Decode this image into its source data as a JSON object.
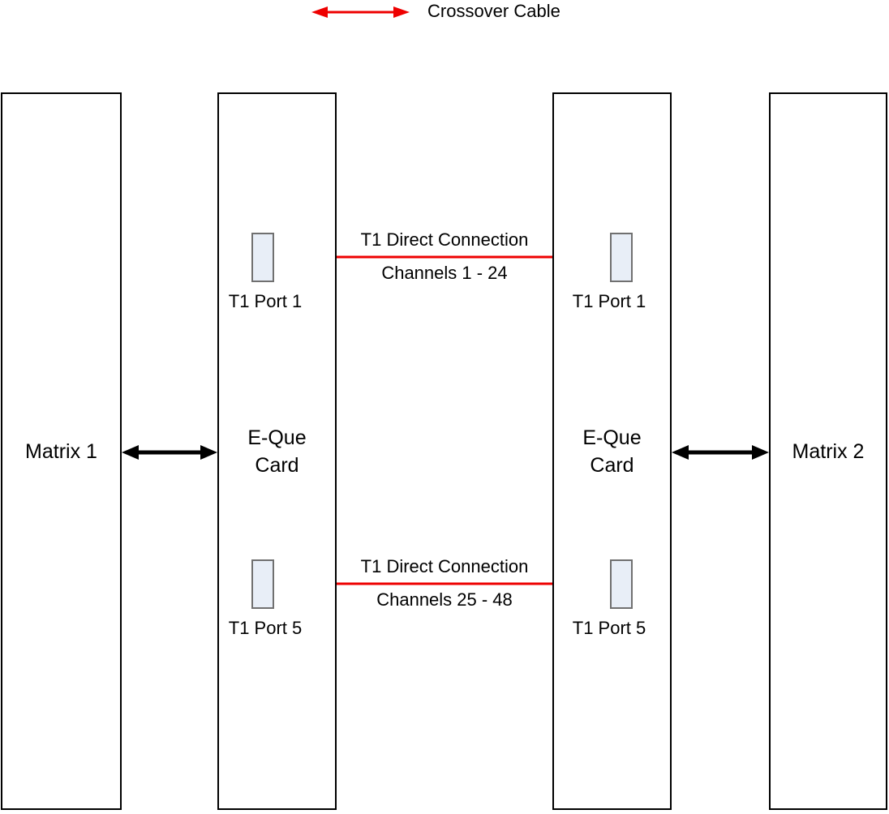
{
  "legend": {
    "label": "Crossover Cable"
  },
  "nodes": {
    "matrix1": {
      "label": "Matrix 1"
    },
    "eque_left": {
      "label": "E-Que\nCard"
    },
    "eque_right": {
      "label": "E-Que\nCard"
    },
    "matrix2": {
      "label": "Matrix 2"
    }
  },
  "ports": {
    "left_top": {
      "label": "T1 Port 1"
    },
    "right_top": {
      "label": "T1 Port 1"
    },
    "left_bottom": {
      "label": "T1 Port 5"
    },
    "right_bottom": {
      "label": "T1 Port 5"
    }
  },
  "connections": {
    "top": {
      "title": "T1 Direct Connection",
      "channels": "Channels 1 - 24"
    },
    "bottom": {
      "title": "T1 Direct Connection",
      "channels": "Channels 25 - 48"
    }
  },
  "colors": {
    "crossover_cable": "#EE0000",
    "matrix_link": "#000000",
    "node_border": "#000000",
    "port_fill": "#E8EEF7",
    "port_border": "#707070"
  }
}
